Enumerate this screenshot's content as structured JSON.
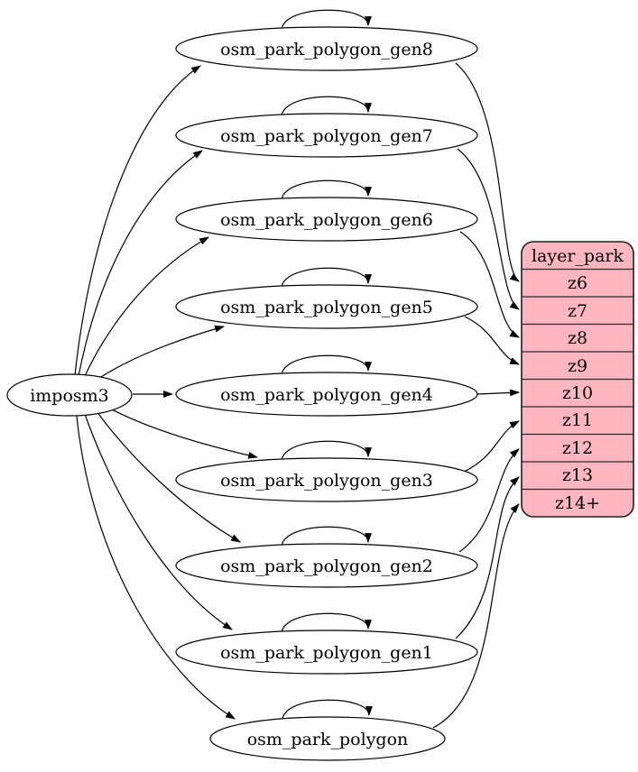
{
  "diagram": {
    "type": "graphviz-digraph",
    "source": {
      "label": "imposm3"
    },
    "tables": [
      {
        "label": "osm_park_polygon_gen8"
      },
      {
        "label": "osm_park_polygon_gen7"
      },
      {
        "label": "osm_park_polygon_gen6"
      },
      {
        "label": "osm_park_polygon_gen5"
      },
      {
        "label": "osm_park_polygon_gen4"
      },
      {
        "label": "osm_park_polygon_gen3"
      },
      {
        "label": "osm_park_polygon_gen2"
      },
      {
        "label": "osm_park_polygon_gen1"
      },
      {
        "label": "osm_park_polygon"
      }
    ],
    "layer_table": {
      "title": "layer_park",
      "rows": [
        "z6",
        "z7",
        "z8",
        "z9",
        "z10",
        "z11",
        "z12",
        "z13",
        "z14+"
      ]
    },
    "edges": [
      {
        "from": "imposm3",
        "to": "osm_park_polygon_gen8"
      },
      {
        "from": "imposm3",
        "to": "osm_park_polygon_gen7"
      },
      {
        "from": "imposm3",
        "to": "osm_park_polygon_gen6"
      },
      {
        "from": "imposm3",
        "to": "osm_park_polygon_gen5"
      },
      {
        "from": "imposm3",
        "to": "osm_park_polygon_gen4"
      },
      {
        "from": "imposm3",
        "to": "osm_park_polygon_gen3"
      },
      {
        "from": "imposm3",
        "to": "osm_park_polygon_gen2"
      },
      {
        "from": "imposm3",
        "to": "osm_park_polygon_gen1"
      },
      {
        "from": "imposm3",
        "to": "osm_park_polygon"
      },
      {
        "from": "osm_park_polygon_gen8",
        "to": "osm_park_polygon_gen8",
        "self_loop": true
      },
      {
        "from": "osm_park_polygon_gen7",
        "to": "osm_park_polygon_gen7",
        "self_loop": true
      },
      {
        "from": "osm_park_polygon_gen6",
        "to": "osm_park_polygon_gen6",
        "self_loop": true
      },
      {
        "from": "osm_park_polygon_gen5",
        "to": "osm_park_polygon_gen5",
        "self_loop": true
      },
      {
        "from": "osm_park_polygon_gen4",
        "to": "osm_park_polygon_gen4",
        "self_loop": true
      },
      {
        "from": "osm_park_polygon_gen3",
        "to": "osm_park_polygon_gen3",
        "self_loop": true
      },
      {
        "from": "osm_park_polygon_gen2",
        "to": "osm_park_polygon_gen2",
        "self_loop": true
      },
      {
        "from": "osm_park_polygon_gen1",
        "to": "osm_park_polygon_gen1",
        "self_loop": true
      },
      {
        "from": "osm_park_polygon",
        "to": "osm_park_polygon",
        "self_loop": true
      },
      {
        "from": "osm_park_polygon_gen8",
        "to": "layer_park.z6"
      },
      {
        "from": "osm_park_polygon_gen7",
        "to": "layer_park.z7"
      },
      {
        "from": "osm_park_polygon_gen6",
        "to": "layer_park.z8"
      },
      {
        "from": "osm_park_polygon_gen5",
        "to": "layer_park.z9"
      },
      {
        "from": "osm_park_polygon_gen4",
        "to": "layer_park.z10"
      },
      {
        "from": "osm_park_polygon_gen3",
        "to": "layer_park.z11"
      },
      {
        "from": "osm_park_polygon_gen2",
        "to": "layer_park.z12"
      },
      {
        "from": "osm_park_polygon_gen1",
        "to": "layer_park.z13"
      },
      {
        "from": "osm_park_polygon",
        "to": "layer_park.z14+"
      }
    ],
    "colors": {
      "table_fill": "#ffffff",
      "layer_fill": "#ffb6c1",
      "stroke": "#000000",
      "background": "#ffffff"
    }
  }
}
